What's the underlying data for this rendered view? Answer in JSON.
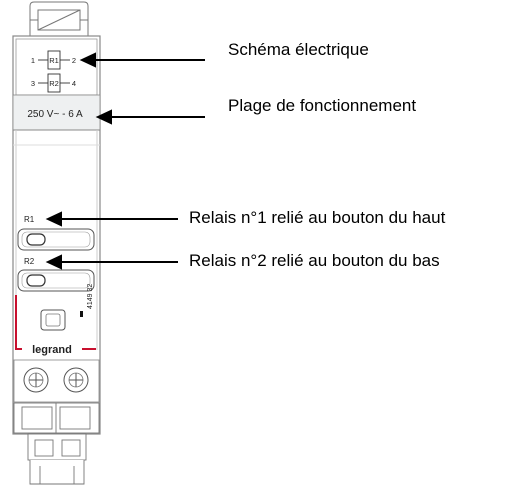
{
  "device": {
    "brand": "legrand",
    "reference": "4149 32",
    "rating": "250 V~ - 6 A",
    "schema": {
      "r1": "R1",
      "r1_left": "1",
      "r1_right": "2",
      "r2": "R2",
      "r2_left": "3",
      "r2_right": "4"
    },
    "switch1_label": "R1",
    "switch2_label": "R2",
    "brand_color": "#c8102e"
  },
  "annotations": {
    "schema": "Schéma électrique",
    "plage": "Plage de fonctionnement",
    "relais1": "Relais n°1 relié au bouton du haut",
    "relais2": "Relais n°2 relié au bouton du bas"
  }
}
